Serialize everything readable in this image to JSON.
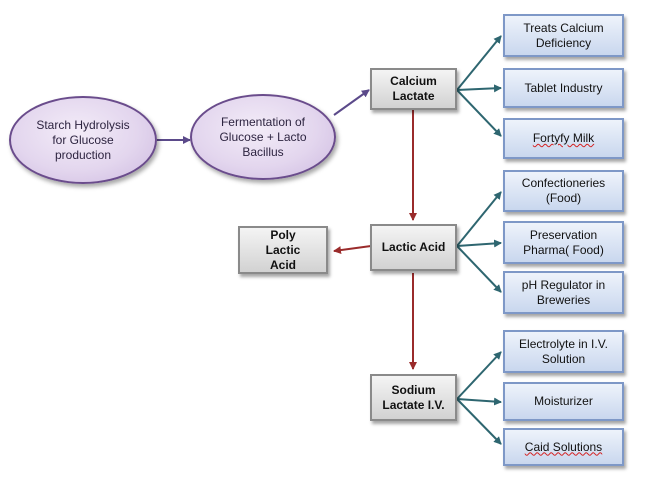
{
  "nodes": {
    "starch": "Starch Hydrolysis for Glucose production",
    "fermentation": "Fermentation of Glucose + Lacto Bacillus",
    "calcium_lactate": "Calcium Lactate",
    "lactic_acid": "Lactic Acid",
    "poly_lactic_acid": "Poly Lactic Acid",
    "sodium_lactate": "Sodium Lactate I.V."
  },
  "calcium_uses": [
    "Treats Calcium Deficiency",
    "Tablet Industry",
    "Fortyfy Milk"
  ],
  "lactic_uses": [
    "Confectioneries (Food)",
    "Preservation Pharma( Food)",
    "pH Regulator in Breweries"
  ],
  "sodium_uses": [
    "Electrolyte in I.V. Solution",
    "Moisturizer",
    "Caid Solutions"
  ],
  "colors": {
    "oval_border": "#6a4c8c",
    "oval_fill": "#e3d6ee",
    "gray_border": "#8a8a8a",
    "blue_border": "#7e98c7",
    "blue_fill": "#dbe5f4",
    "arrow_purple": "#5b4a8a",
    "arrow_red": "#9a2b2b",
    "arrow_teal": "#2e6670"
  }
}
